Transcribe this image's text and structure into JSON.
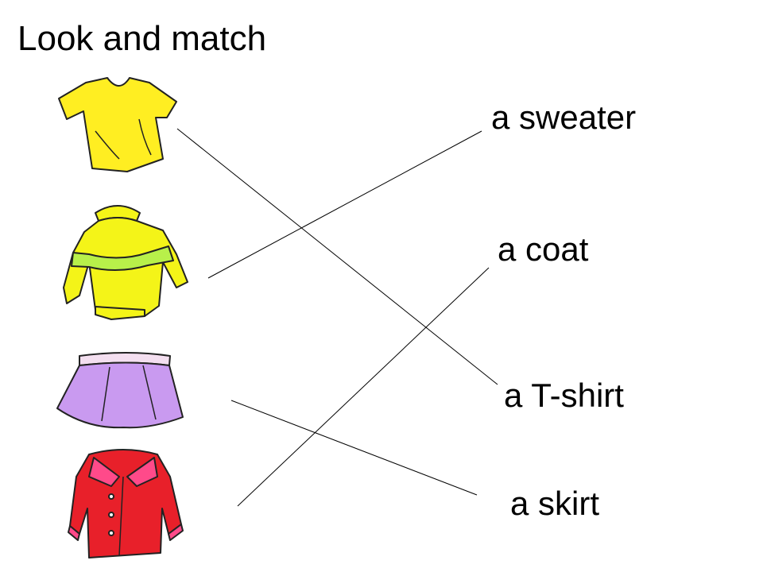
{
  "worksheet": {
    "title": "Look and match",
    "words": {
      "sweater": "a sweater",
      "coat": "a coat",
      "tshirt": "a T-shirt",
      "skirt": "a skirt"
    },
    "pictures": [
      "t-shirt-icon",
      "sweater-icon",
      "skirt-icon",
      "coat-icon"
    ],
    "matches": [
      {
        "picture": "t-shirt-icon",
        "word": "a T-shirt"
      },
      {
        "picture": "sweater-icon",
        "word": "a sweater"
      },
      {
        "picture": "skirt-icon",
        "word": "a skirt"
      },
      {
        "picture": "coat-icon",
        "word": "a coat"
      }
    ],
    "colors": {
      "tshirt": "#ffee22",
      "sweater": "#f4f418",
      "sweater_band": "#b8f04a",
      "skirt": "#c99af0",
      "skirt_band": "#f4dff0",
      "coat": "#e8202a",
      "coat_trim": "#ff4a8a"
    }
  }
}
